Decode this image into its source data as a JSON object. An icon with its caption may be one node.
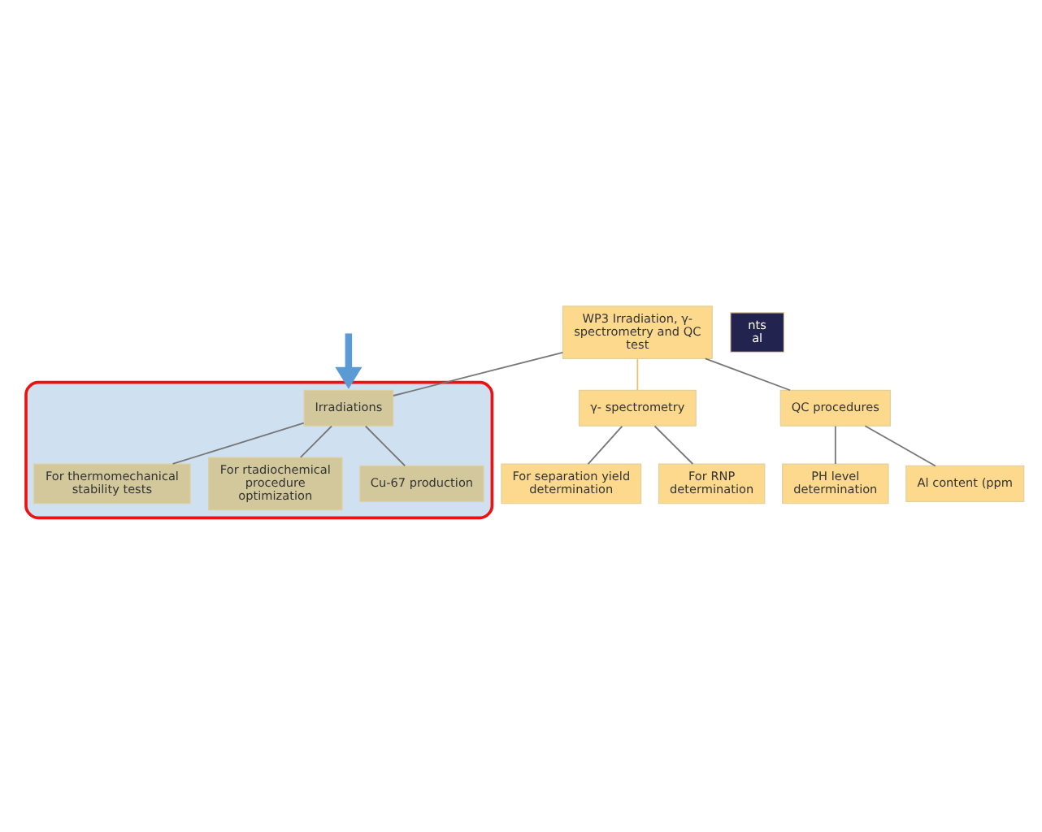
{
  "diagram": {
    "nodes": [
      {
        "text": [
          "WP3 Irradiation, γ- spectrometry and QC test"
        ]
      },
      {
        "text": [],
        "shape": "box"
      },
      {
        "text": [
          "Irradiations"
        ],
        "in": 1
      },
      {
        "text": [
          "For thermomechanical stability tests"
        ],
        "in": 1
      },
      {
        "text": [
          "For rtadiochemical procedure optimization"
        ],
        "in": 1
      },
      {
        "text": [
          "Cu-67 production"
        ],
        "in": 1
      },
      {
        "text": [
          "γ- spectrometry"
        ]
      },
      {
        "text": [
          "For separation yield determination"
        ]
      },
      {
        "text": [
          "For RNP determination"
        ]
      },
      {
        "text": [
          "QC procedures"
        ]
      },
      {
        "text": [
          "PH level determination"
        ]
      },
      {
        "text": [
          "Al content (ppm"
        ]
      },
      {
        "text": [
          "nts",
          "al"
        ]
      }
    ],
    "edges": [
      {
        "from": 0,
        "to": 2,
        "arrow": "none"
      },
      {
        "from": 0,
        "to": 6,
        "arrow": "none",
        "color": "#e8c36a"
      },
      {
        "from": 0,
        "to": 9,
        "arrow": "none"
      },
      {
        "from": 2,
        "to": 3,
        "arrow": "none"
      },
      {
        "from": 2,
        "to": 4,
        "arrow": "none"
      },
      {
        "from": 2,
        "to": 5,
        "arrow": "none"
      },
      {
        "from": 6,
        "to": 7,
        "arrow": "none"
      },
      {
        "from": 6,
        "to": 8,
        "arrow": "none"
      },
      {
        "from": 9,
        "to": 10,
        "arrow": "none"
      },
      {
        "from": 9,
        "to": 11,
        "arrow": "none"
      },
      {
        "from": null,
        "to": 1,
        "arrow": "to",
        "style": "thick",
        "color": "#5b9bd5"
      }
    ]
  }
}
